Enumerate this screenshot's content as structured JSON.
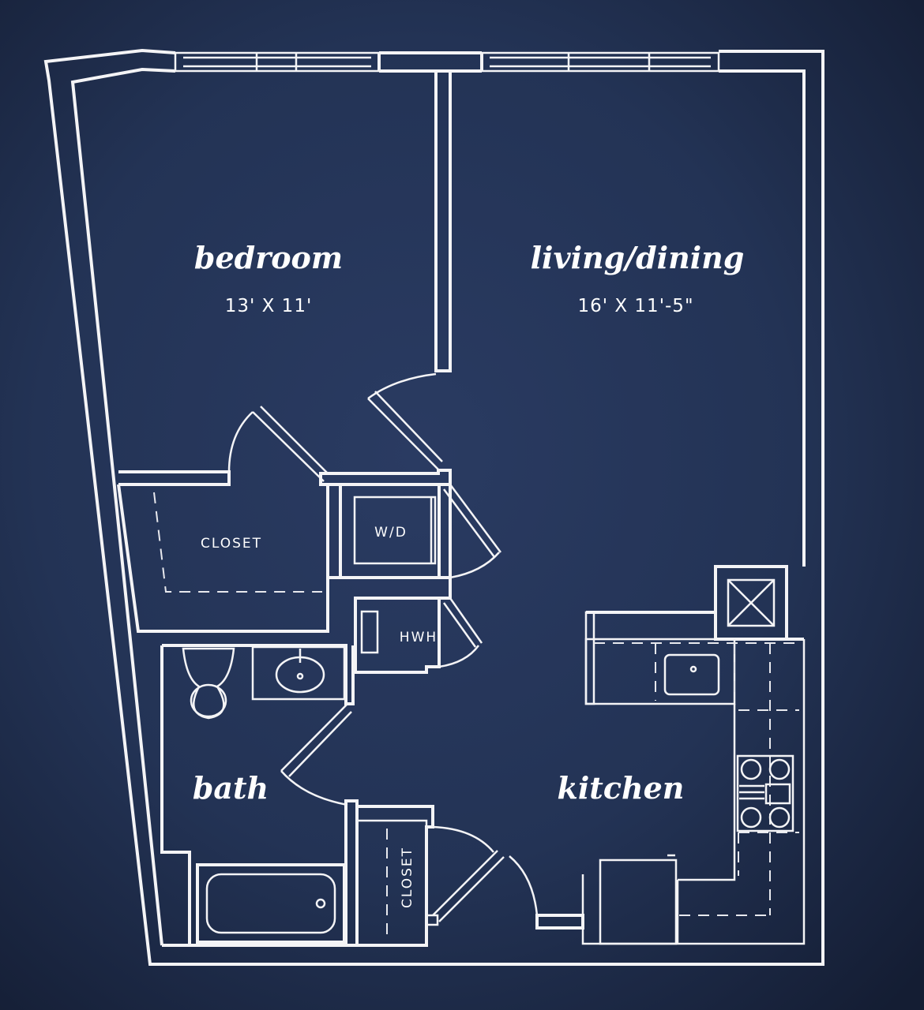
{
  "rooms": {
    "bedroom": {
      "name": "bedroom",
      "size": "13' X 11'"
    },
    "living": {
      "name": "living/dining",
      "size": "16' X 11'-5\""
    },
    "bath": {
      "name": "bath"
    },
    "kitchen": {
      "name": "kitchen"
    }
  },
  "labels": {
    "closet_bedroom": "CLOSET",
    "washer_dryer": "W/D",
    "hwh": "HWH",
    "closet_hall": "CLOSET"
  },
  "colors": {
    "background": "#1f2c4a",
    "lines": "#f4f4f6"
  }
}
